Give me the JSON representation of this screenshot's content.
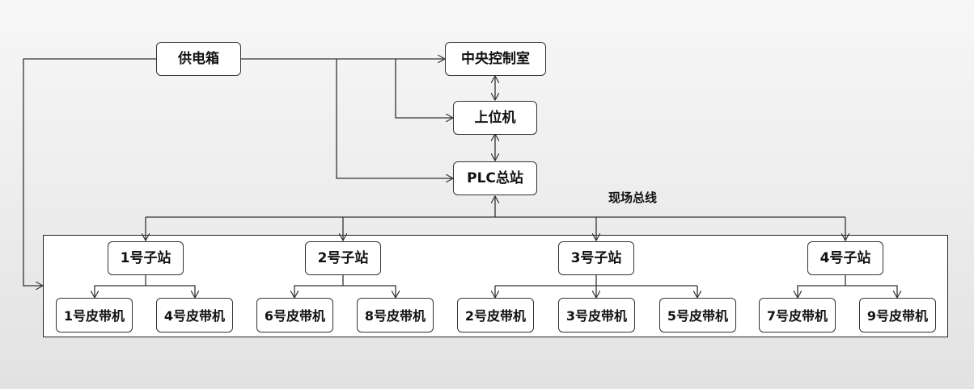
{
  "diagram": {
    "power_box": "供电箱",
    "control_room": "中央控制室",
    "host_pc": "上位机",
    "plc_master": "PLC总站",
    "fieldbus_label": "现场总线",
    "substations": [
      {
        "label": "1号子站",
        "belts": [
          "1号皮带机",
          "4号皮带机"
        ]
      },
      {
        "label": "2号子站",
        "belts": [
          "6号皮带机",
          "8号皮带机"
        ]
      },
      {
        "label": "3号子站",
        "belts": [
          "2号皮带机",
          "3号皮带机",
          "5号皮带机"
        ]
      },
      {
        "label": "4号子站",
        "belts": [
          "7号皮带机",
          "9号皮带机"
        ]
      }
    ]
  }
}
